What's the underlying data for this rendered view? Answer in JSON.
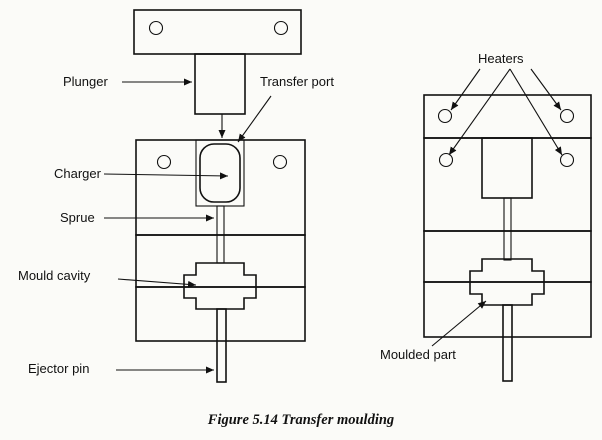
{
  "labels": {
    "plunger": "Plunger",
    "transfer_port": "Transfer port",
    "charger": "Charger",
    "sprue": "Sprue",
    "mould_cavity": "Mould cavity",
    "ejector_pin": "Ejector pin",
    "heaters": "Heaters",
    "moulded_part": "Moulded part"
  },
  "caption": "Figure 5.14 Transfer moulding"
}
